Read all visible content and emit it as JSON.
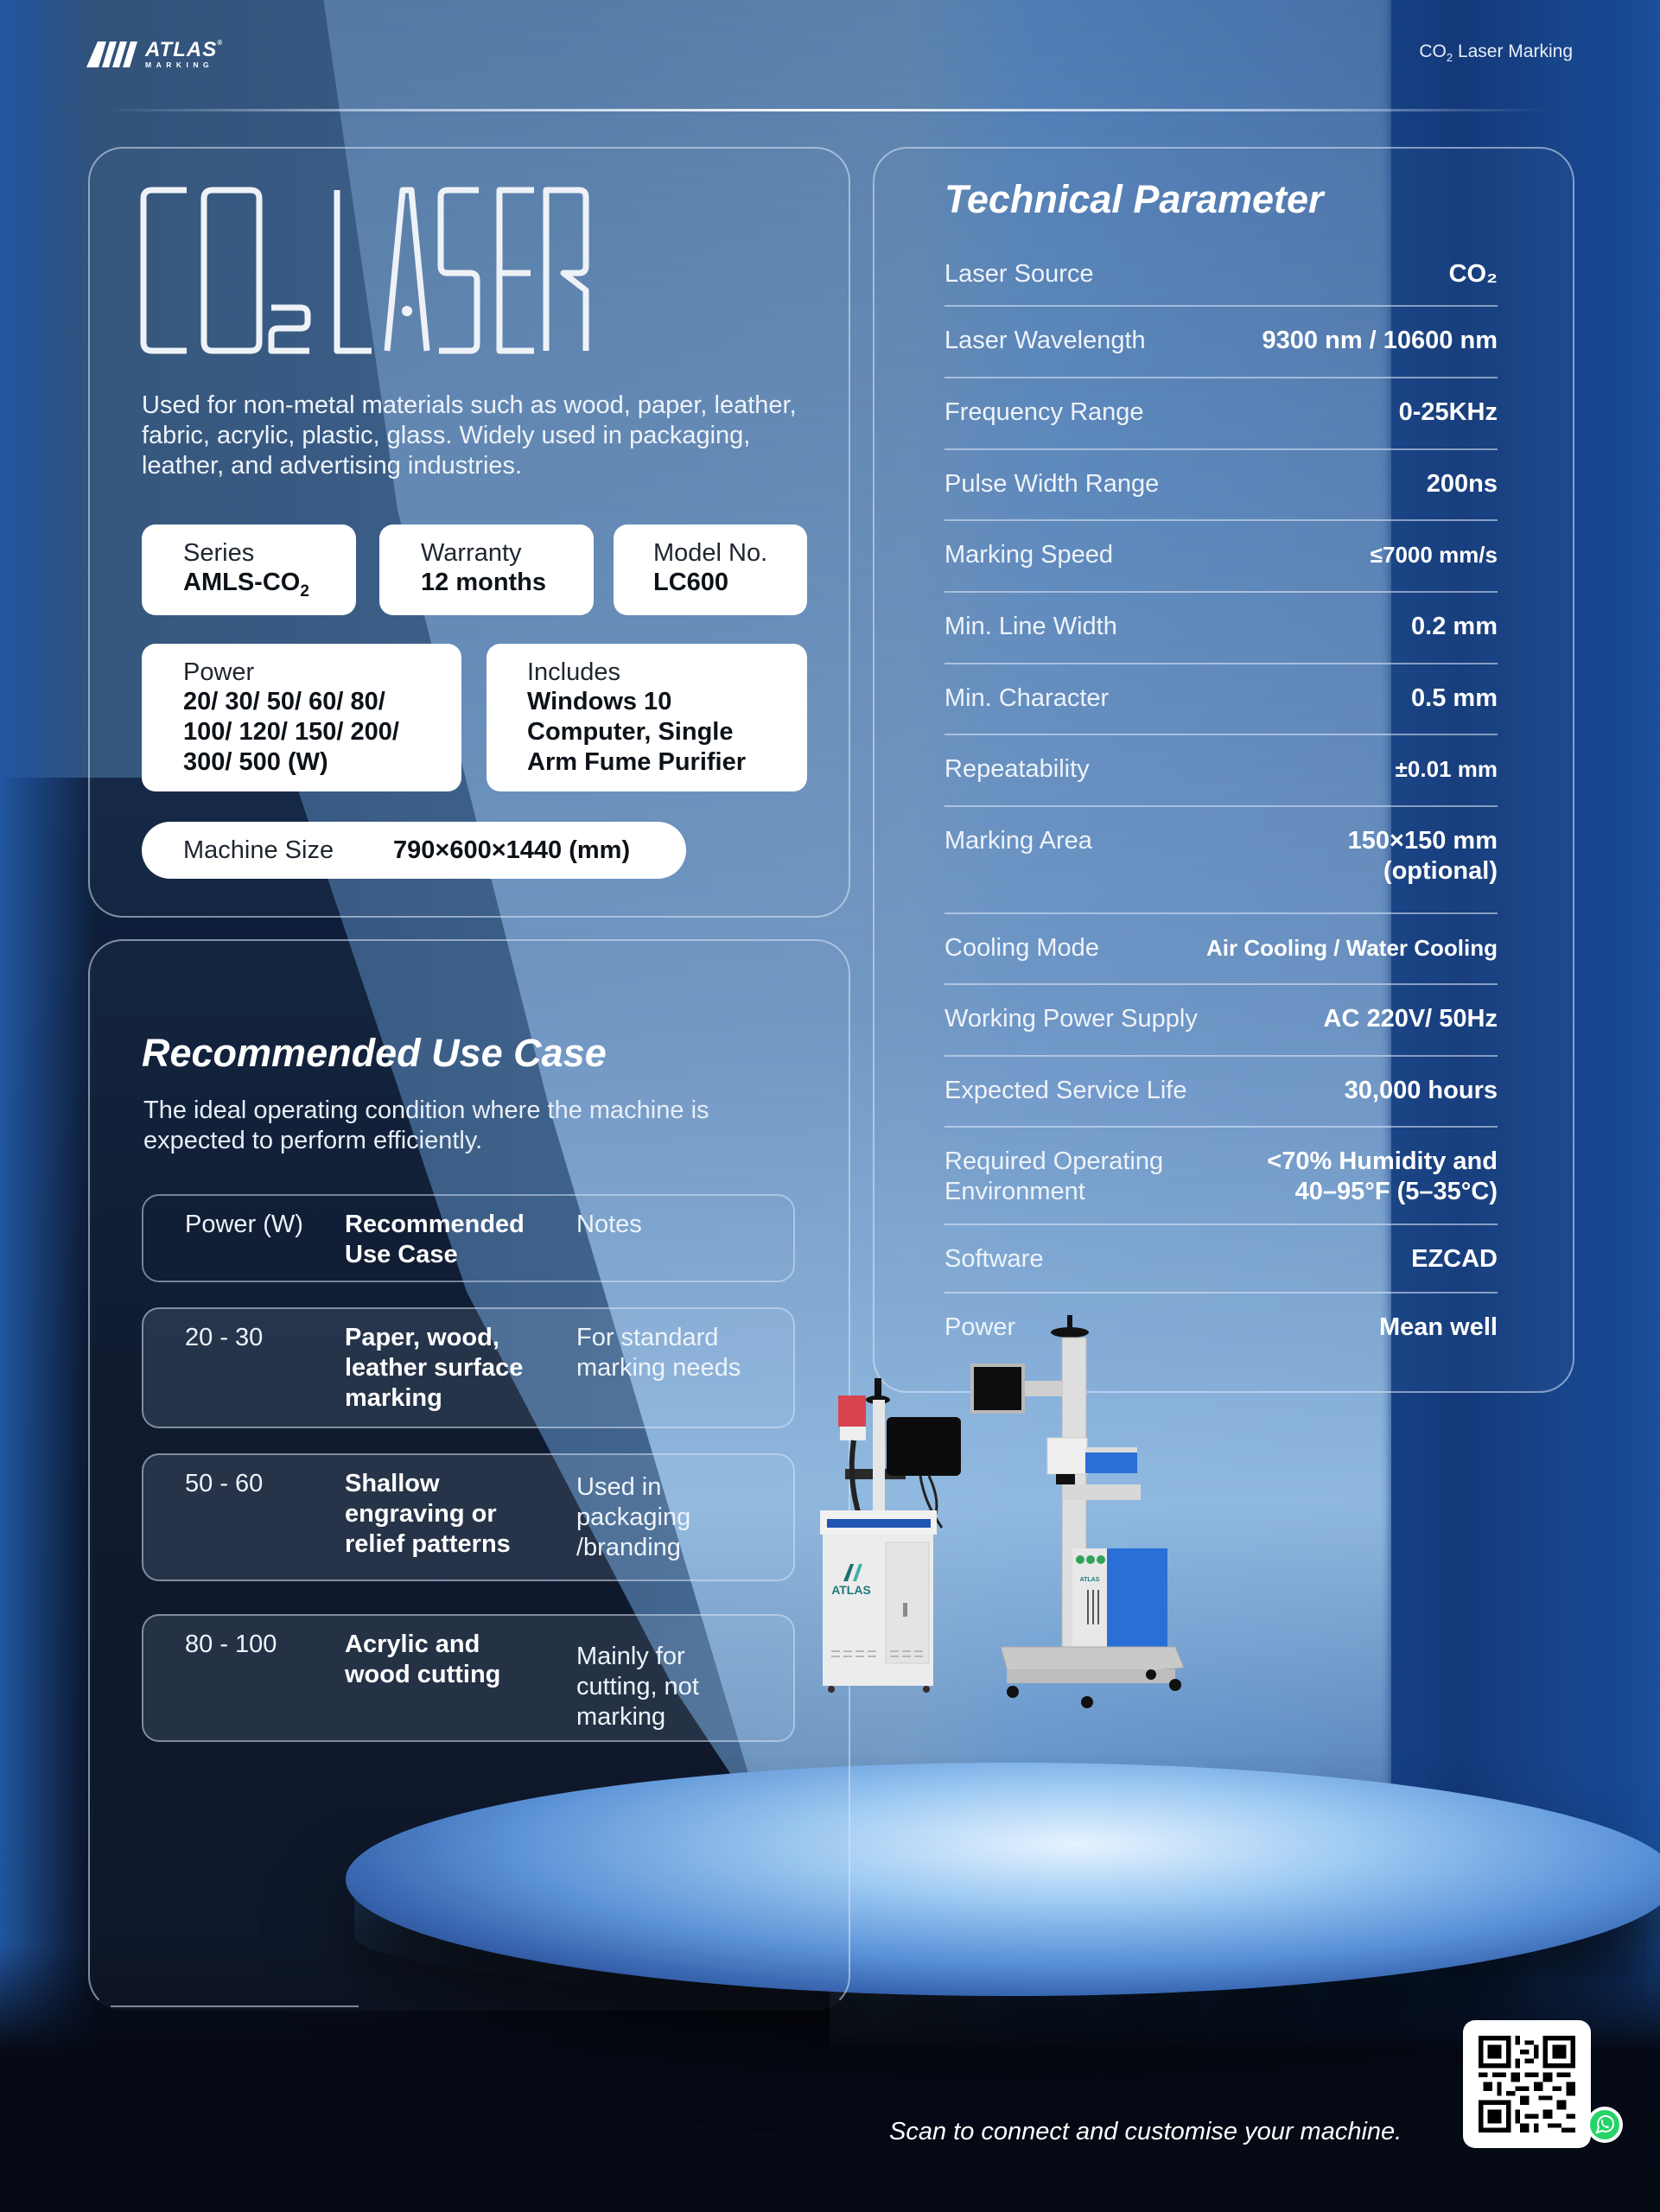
{
  "header": {
    "brand": "ATLAS",
    "brand_sub": "MARKING",
    "brand_reg": "®",
    "tag_prefix": "CO",
    "tag_sub": "2",
    "tag_suffix": " Laser Marking"
  },
  "intro": {
    "title": "CO₂ LASER",
    "description": "Used for non-metal materials such as wood, paper, leather, fabric, acrylic, plastic, glass. Widely used in packaging, leather, and advertising industries.",
    "chips": {
      "series": {
        "label": "Series",
        "value_prefix": "AMLS-CO",
        "value_sub": "2"
      },
      "warranty": {
        "label": "Warranty",
        "value": "12 months"
      },
      "model": {
        "label": "Model No.",
        "value": "LC600"
      },
      "power": {
        "label": "Power",
        "lines": [
          "20/ 30/ 50/ 60/ 80/",
          "100/ 120/ 150/ 200/",
          "300/ 500 (W)"
        ]
      },
      "includes": {
        "label": "Includes",
        "lines": [
          "Windows 10",
          "Computer, Single",
          "Arm Fume Purifier"
        ]
      }
    },
    "machine_size": {
      "label": "Machine Size",
      "value": "790×600×1440 (mm)"
    }
  },
  "tech": {
    "title": "Technical Parameter",
    "rows": [
      {
        "label": [
          "Laser Source"
        ],
        "value": [
          "CO₂"
        ]
      },
      {
        "label": [
          "Laser Wavelength"
        ],
        "value": [
          "9300 nm / 10600 nm"
        ]
      },
      {
        "label": [
          "Frequency Range"
        ],
        "value": [
          "0-25KHz"
        ]
      },
      {
        "label": [
          "Pulse Width Range"
        ],
        "value": [
          "200ns"
        ]
      },
      {
        "label": [
          "Marking Speed"
        ],
        "value": [
          "≤7000 mm/s"
        ]
      },
      {
        "label": [
          "Min. Line Width"
        ],
        "value": [
          "0.2 mm"
        ]
      },
      {
        "label": [
          "Min. Character"
        ],
        "value": [
          "0.5 mm"
        ]
      },
      {
        "label": [
          "Repeatability"
        ],
        "value": [
          "±0.01 mm"
        ]
      },
      {
        "label": [
          "Marking Area"
        ],
        "value": [
          "150×150 mm",
          "(optional)"
        ]
      },
      {
        "label": [
          "Cooling Mode"
        ],
        "value": [
          "Air Cooling / Water Cooling"
        ]
      },
      {
        "label": [
          "Working Power Supply"
        ],
        "value": [
          "AC 220V/ 50Hz"
        ]
      },
      {
        "label": [
          "Expected Service Life"
        ],
        "value": [
          "30,000 hours"
        ]
      },
      {
        "label": [
          "Required Operating",
          "Environment"
        ],
        "value": [
          "<70% Humidity and",
          "40–95°F (5–35°C)"
        ]
      },
      {
        "label": [
          "Software"
        ],
        "value": [
          "EZCAD"
        ]
      },
      {
        "label": [
          "Power"
        ],
        "value": [
          "Mean well"
        ]
      }
    ]
  },
  "use_case": {
    "title": "Recommended Use Case",
    "description": "The ideal operating condition where the machine is expected to perform efficiently.",
    "headers": {
      "power": "Power (W)",
      "case": [
        "Recommended",
        "Use Case"
      ],
      "notes": "Notes"
    },
    "rows": [
      {
        "power": "20 - 30",
        "case": [
          "Paper, wood,",
          "leather surface",
          "marking"
        ],
        "notes": [
          "For standard",
          "marking needs"
        ]
      },
      {
        "power": "50 - 60",
        "case": [
          "Shallow",
          "engraving or",
          "relief patterns"
        ],
        "notes": [
          "Used in",
          "packaging",
          "/branding"
        ]
      },
      {
        "power": "80 - 100",
        "case": [
          "Acrylic and",
          "wood cutting"
        ],
        "notes": [
          "Mainly for",
          "cutting, not",
          "marking"
        ]
      }
    ]
  },
  "footer": {
    "caption": "Scan to connect and customise your machine.",
    "qr_icon": "qr-code-icon",
    "chat_icon": "whatsapp-icon"
  },
  "colors": {
    "accent_blue": "#1f55b0",
    "panel_border": "#dce8f8",
    "chip_bg": "#ffffff",
    "whatsapp_green": "#25d366",
    "machine_red": "#d9454f"
  }
}
